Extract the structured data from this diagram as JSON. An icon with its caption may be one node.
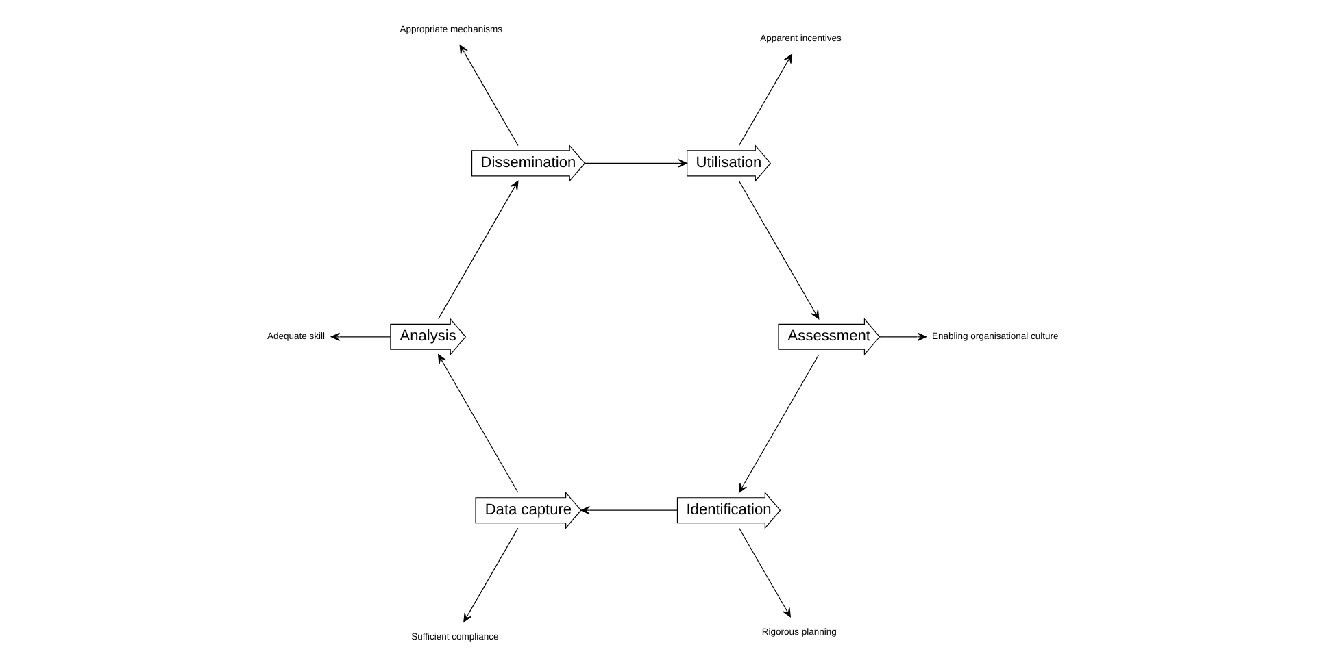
{
  "diagram": {
    "nodes": [
      {
        "text": [
          "Identification"
        ]
      },
      {
        "text": [
          "Rigorous planning"
        ]
      },
      {
        "text": [
          "Data capture"
        ]
      },
      {
        "text": [
          "Sufficient compliance"
        ]
      },
      {
        "text": [
          "Analysis"
        ]
      },
      {
        "text": [
          "Adequate skill"
        ]
      },
      {
        "text": [
          "Dissemination"
        ]
      },
      {
        "text": [
          "Appropriate mechanisms"
        ]
      },
      {
        "text": [
          "Utilisation"
        ]
      },
      {
        "text": [
          "Apparent incentives"
        ]
      },
      {
        "text": [
          "Assessment"
        ]
      },
      {
        "text": [
          "Enabling organisational culture"
        ]
      }
    ],
    "edges": [
      {
        "from": 0,
        "to": 2,
        "arrow": "to"
      },
      {
        "from": 2,
        "to": 4,
        "arrow": "to"
      },
      {
        "from": 4,
        "to": 6,
        "arrow": "to"
      },
      {
        "from": 6,
        "to": 8,
        "arrow": "to"
      },
      {
        "from": 8,
        "to": 10,
        "arrow": "to"
      },
      {
        "from": 10,
        "to": 0,
        "arrow": "to"
      },
      {
        "from": 0,
        "to": 1,
        "arrow": "to"
      },
      {
        "from": 2,
        "to": 3,
        "arrow": "to"
      },
      {
        "from": 4,
        "to": 5,
        "arrow": "to"
      },
      {
        "from": 6,
        "to": 7,
        "arrow": "to"
      },
      {
        "from": 8,
        "to": 9,
        "arrow": "to"
      },
      {
        "from": 10,
        "to": 11,
        "arrow": "to"
      }
    ]
  }
}
